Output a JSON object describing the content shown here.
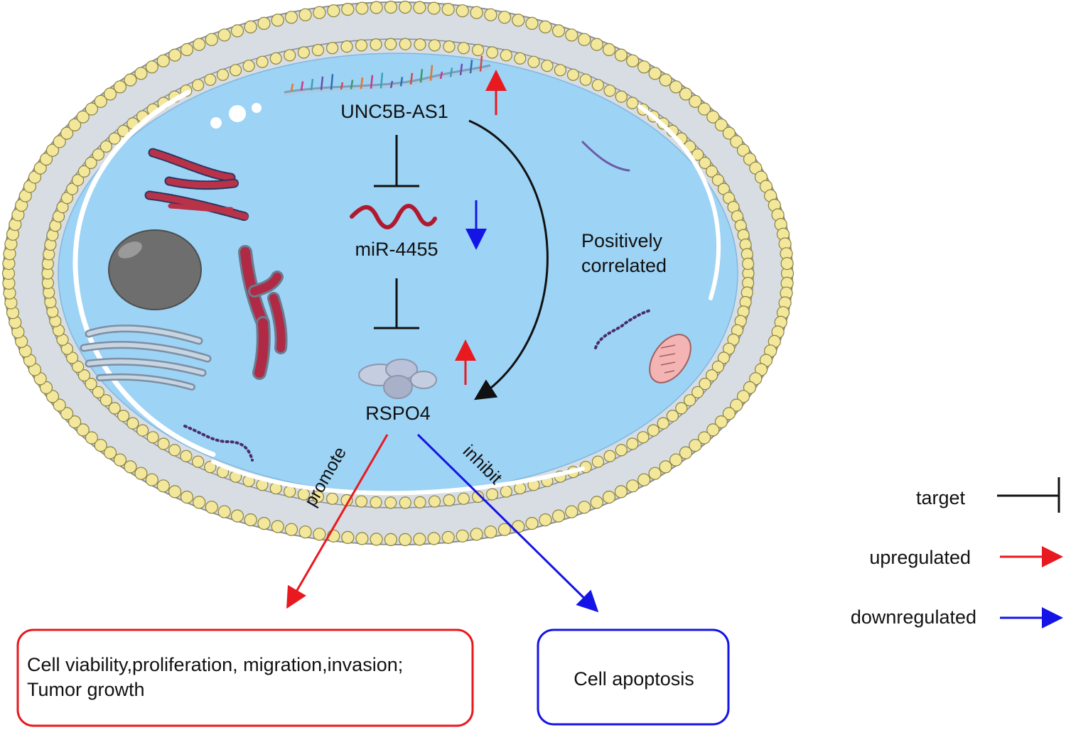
{
  "labels": {
    "lncrna": "UNC5B-AS1",
    "mirna": "miR-4455",
    "protein": "RSPO4",
    "correlation_line1": "Positively",
    "correlation_line2": "correlated",
    "promote": "promote",
    "inhibit": "inhibit"
  },
  "outcomes": {
    "promoted_line1": "Cell viability,proliferation, migration,invasion;",
    "promoted_line2": "Tumor growth",
    "inhibited": "Cell apoptosis"
  },
  "legend": {
    "target": "target",
    "upregulated": "upregulated",
    "downregulated": "downregulated"
  },
  "colors": {
    "up": "#e8191f",
    "down": "#1414e6",
    "target": "#111111",
    "cytoplasm": "#9dd3f5",
    "membrane_head": "#f3e79b"
  },
  "icons": {
    "lncrna": "rna-strand-icon",
    "mirna": "mirna-wave-icon",
    "protein": "protein-icon"
  }
}
